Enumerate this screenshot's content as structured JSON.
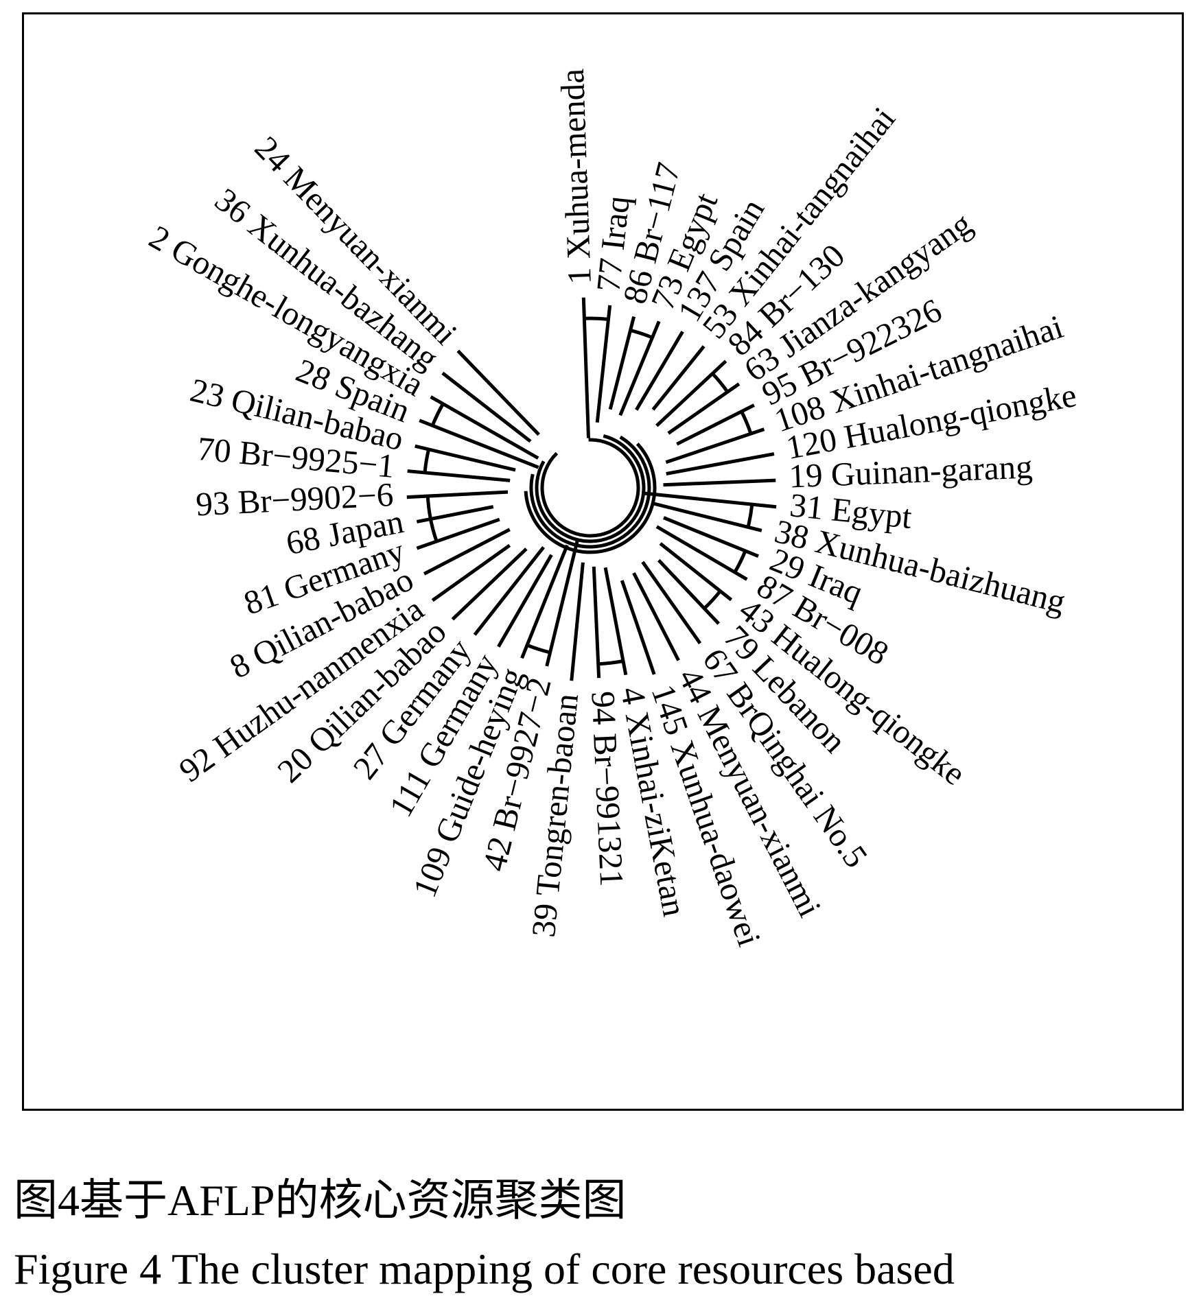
{
  "figure": {
    "caption_zh": "图4基于AFLP的核心资源聚类图",
    "caption_en": "Figure 4 The cluster mapping of core resources based",
    "leaves": [
      "1 Xuhua-menda",
      "77 Iraq",
      "86 Br−117",
      "73 Egypt",
      "137 Spain",
      "53 Xinhai-tangnaihai",
      "84 Br−130",
      "63 Jianza-kangyang",
      "95 Br−922326",
      "108 Xinhai-tangnaihai",
      "120 Hualong-qiongke",
      "19 Guinan-garang",
      "31 Egypt",
      "38 Xunhua-baizhuang",
      "29 Iraq",
      "87 Br−008",
      "43 Hualong-qiongke",
      "79 Lebanon",
      "67 BrQinghai No.5",
      "44 Menyuan-xianmi",
      "145 Xunhua-daowei",
      "4 Xinhai-ziKetan",
      "94 Br−991321",
      "39 Tongren-baoan",
      "42 Br−9927−2",
      "109 Guide-heying",
      "111 Germany",
      "27 Germany",
      "20 Qilian-babao",
      "92 Huzhu-nanmenxia",
      "8 Qilian-babao",
      "81 Germany",
      "68 Japan",
      "93 Br−9902−6",
      "70 Br−9925−1",
      "23 Qilian-babao",
      "28 Spain",
      "2 Gonghe-longyangxia",
      "36 Xunhua-bazhang",
      "24 Menyuan-xianmi"
    ]
  }
}
